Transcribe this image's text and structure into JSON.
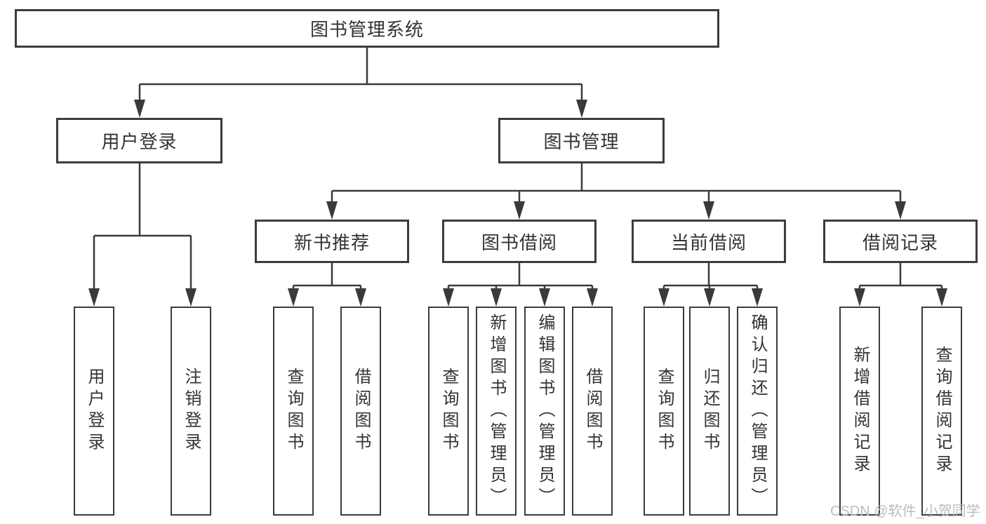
{
  "diagram": {
    "root": {
      "label": "图书管理系统"
    },
    "user_login_branch": {
      "label": "用户登录",
      "children": [
        {
          "label": "用户登录"
        },
        {
          "label": "注销登录"
        }
      ]
    },
    "book_mgmt_branch": {
      "label": "图书管理",
      "children": [
        {
          "label": "新书推荐",
          "children": [
            {
              "label": "查询图书"
            },
            {
              "label": "借阅图书"
            }
          ]
        },
        {
          "label": "图书借阅",
          "children": [
            {
              "label": "查询图书"
            },
            {
              "label": "新增图书（管理员）"
            },
            {
              "label": "编辑图书（管理员）"
            },
            {
              "label": "借阅图书"
            }
          ]
        },
        {
          "label": "当前借阅",
          "children": [
            {
              "label": "查询图书"
            },
            {
              "label": "归还图书"
            },
            {
              "label": "确认归还（管理员）"
            }
          ]
        },
        {
          "label": "借阅记录",
          "children": [
            {
              "label": "新增借阅记录"
            },
            {
              "label": "查询借阅记录"
            }
          ]
        }
      ]
    }
  },
  "watermark": {
    "text": "CSDN @软件_小贺同学"
  },
  "colors": {
    "line": "#3a3a3a",
    "box_border": "#3c3c3c",
    "text": "#333333",
    "background": "#ffffff",
    "watermark": "#bcbcbc"
  }
}
